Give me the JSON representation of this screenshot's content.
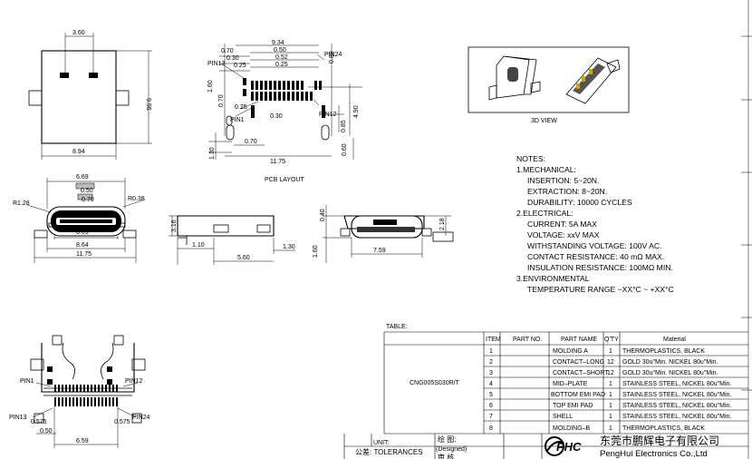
{
  "top_view": {
    "dim_width_top": "3.60",
    "dim_height": "9.95",
    "dim_width_bottom": "8.94"
  },
  "pcb": {
    "dims_left": [
      "0.70",
      "0.30",
      "0.25"
    ],
    "dims_top": [
      "9.34",
      "0.50",
      "0.52",
      "0.25"
    ],
    "dim_080": "0.80",
    "pin_labels": [
      "PIN13",
      "PIN24",
      "PIN1",
      "PIN12"
    ],
    "dims_mid": [
      "1.60",
      "0.70",
      "0.25",
      "0.30"
    ],
    "dim_490": "4.90",
    "dim_085": "0.85",
    "dim_130": "1.30",
    "dim_070b": "0.70",
    "dim_060": "0.60",
    "dim_1175": "11.75",
    "caption": "PCB LAYOUT"
  },
  "front_view": {
    "dims": [
      "6.69",
      "0.50",
      "0.70",
      "R1.28",
      "R0.38",
      "6.09",
      "8.64",
      "11.75"
    ]
  },
  "side_view": {
    "dims": [
      "3.16",
      "1.10",
      "5.60",
      "1.30"
    ]
  },
  "rear_view": {
    "dims": [
      "0.40",
      "1.60",
      "2.18",
      "7.59"
    ]
  },
  "bottom_view": {
    "labels": [
      "PIN1",
      "PIN12",
      "PIN13",
      "PIN24"
    ],
    "dims": [
      "0.575",
      "0.575",
      "0.50",
      "6.59"
    ]
  },
  "view_3d": {
    "caption": "3D VIEW"
  },
  "notes": {
    "title": "NOTES:",
    "lines": [
      "1.MECHANICAL:",
      "INSERTION: 5~20N.",
      "EXTRACTION: 8~20N.",
      "DURABILITY: 10000 CYCLES",
      "2.ELECTRICAL:",
      "CURRENT: 5A MAX",
      "VOLTAGE:   xxV MAX",
      "WITHSTANDING VOLTAGE: 100V AC.",
      "CONTACT RESISTANCE: 40 mΩ MAX.",
      "INSULATION RESISTANCE: 100MΩ MIN.",
      "3.ENVIRONMENTAL",
      "TEMPERATURE RANGE  −XX°C  ~  +XX°C"
    ]
  },
  "table": {
    "label": "TABLE:",
    "part_code": "CNG005S030R/T",
    "headers": [
      "ITEM",
      "PART NO.",
      "PART NAME",
      "Q'TY",
      "Material"
    ],
    "rows": [
      [
        "1",
        "",
        "MOLDING A",
        "1",
        "THERMOPLASTICS, BLACK"
      ],
      [
        "2",
        "",
        "CONTACT–LONG",
        "12",
        "GOLD 30u\"Min. NICKEL 80u\"Min."
      ],
      [
        "3",
        "",
        "CONTACT–SHORT",
        "12",
        "GOLD 30u\"Min. NICKEL 80u\"Min."
      ],
      [
        "4",
        "",
        "MID–PLATE",
        "1",
        "STAINLESS STEEL, NICKEL 80u\"Min."
      ],
      [
        "5",
        "",
        "BOTTOM EMI PAD",
        "1",
        "STAINLESS STEEL, NICKEL 80u\"Min."
      ],
      [
        "6",
        "",
        "TOP EMI PAD",
        "1",
        "STAINLESS STEEL, NICKEL 80u\"Min."
      ],
      [
        "7",
        "",
        "SHELL",
        "1",
        "STAINLESS STEEL, NICKEL 80u\"Min."
      ],
      [
        "8",
        "",
        "MOLDING–B",
        "1",
        "THERMOPLASTICS, BLACK"
      ]
    ]
  },
  "title_block": {
    "unit": "UNIT:",
    "tolerances": "公差: TOLERANCES",
    "drawn_cn": "绘 图:",
    "designed": "(Designed)",
    "check_cn": "审 核",
    "logo": "PHC",
    "company_cn": "东莞市鹏辉电子有限公司",
    "company_en": "PengHui Electronics Co.,Ltd"
  }
}
